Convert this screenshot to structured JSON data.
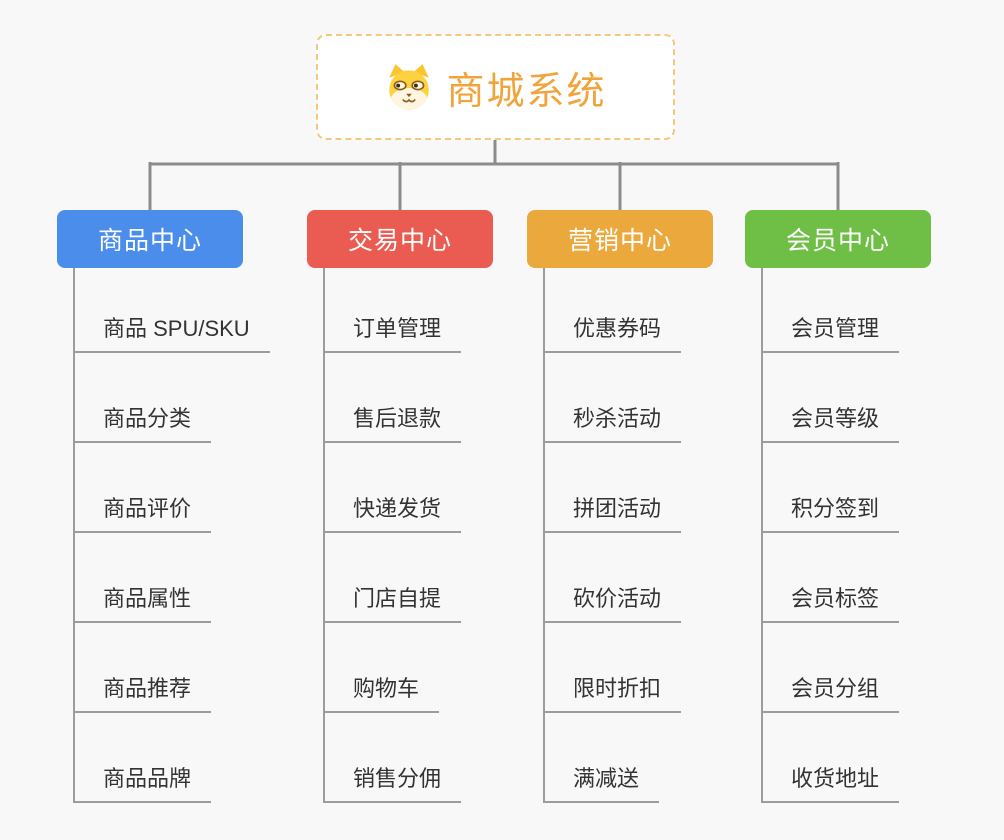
{
  "root": {
    "title": "商城系统",
    "icon": "dog-face-icon",
    "title_color": "#F0A43B",
    "border_color": "#F6C77F"
  },
  "connector_color": "#8C8C8C",
  "underline_color": "#9C9C9C",
  "branches": [
    {
      "label": "商品中心",
      "color": "#4B8DEA",
      "items": [
        "商品 SPU/SKU",
        "商品分类",
        "商品评价",
        "商品属性",
        "商品推荐",
        "商品品牌"
      ]
    },
    {
      "label": "交易中心",
      "color": "#EA5B52",
      "items": [
        "订单管理",
        "售后退款",
        "快递发货",
        "门店自提",
        "购物车",
        "销售分佣"
      ]
    },
    {
      "label": "营销中心",
      "color": "#EBA83D",
      "items": [
        "优惠券码",
        "秒杀活动",
        "拼团活动",
        "砍价活动",
        "限时折扣",
        "满减送"
      ]
    },
    {
      "label": "会员中心",
      "color": "#6FBE45",
      "items": [
        "会员管理",
        "会员等级",
        "积分签到",
        "会员标签",
        "会员分组",
        "收货地址"
      ]
    }
  ]
}
